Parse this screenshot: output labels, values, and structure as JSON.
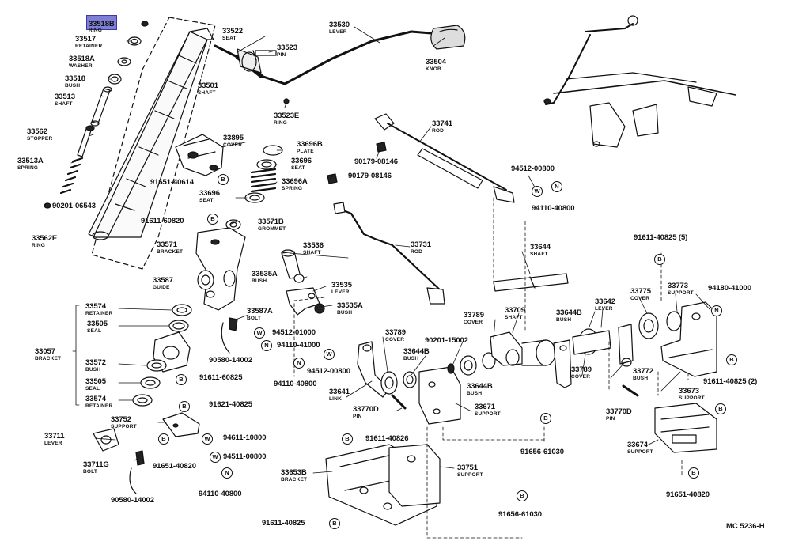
{
  "diagram_code": "MC 5236-H",
  "parts": [
    {
      "number": "33518B",
      "desc": "RING",
      "highlighted": true
    },
    {
      "number": "33517",
      "desc": "RETAINER"
    },
    {
      "number": "33518A",
      "desc": "WASHER"
    },
    {
      "number": "33518",
      "desc": "BUSH"
    },
    {
      "number": "33513",
      "desc": "SHAFT"
    },
    {
      "number": "33562",
      "desc": "STOPPER"
    },
    {
      "number": "33513A",
      "desc": "SPRING"
    },
    {
      "number": "90201-06543",
      "desc": ""
    },
    {
      "number": "33562E",
      "desc": "RING"
    },
    {
      "number": "33522",
      "desc": "SEAT"
    },
    {
      "number": "33523",
      "desc": "PIN"
    },
    {
      "number": "33530",
      "desc": "LEVER"
    },
    {
      "number": "33504",
      "desc": "KNOB"
    },
    {
      "number": "33501",
      "desc": "SHAFT"
    },
    {
      "number": "33523E",
      "desc": "RING"
    },
    {
      "number": "33895",
      "desc": "COVER"
    },
    {
      "number": "33696B",
      "desc": "PLATE"
    },
    {
      "number": "33696",
      "desc": "SEAT"
    },
    {
      "number": "33696A",
      "desc": "SPRING"
    },
    {
      "number": "91651-40614",
      "desc": ""
    },
    {
      "number": "33696",
      "desc": "SEAT"
    },
    {
      "number": "33741",
      "desc": "ROD"
    },
    {
      "number": "90179-08146",
      "desc": ""
    },
    {
      "number": "90179-08146",
      "desc": ""
    },
    {
      "number": "94512-00800",
      "desc": ""
    },
    {
      "number": "94110-40800",
      "desc": ""
    },
    {
      "number": "91611-60820",
      "desc": ""
    },
    {
      "number": "33571B",
      "desc": "GROMMET"
    },
    {
      "number": "33571",
      "desc": "BRACKET"
    },
    {
      "number": "33536",
      "desc": "SHAFT"
    },
    {
      "number": "33731",
      "desc": "ROD"
    },
    {
      "number": "33644",
      "desc": "SHAFT"
    },
    {
      "number": "91611-40825 (5)",
      "desc": ""
    },
    {
      "number": "33535A",
      "desc": "BUSH"
    },
    {
      "number": "33535",
      "desc": "LEVER"
    },
    {
      "number": "33587",
      "desc": "GUIDE"
    },
    {
      "number": "33535A",
      "desc": "BUSH"
    },
    {
      "number": "33587A",
      "desc": "BOLT"
    },
    {
      "number": "33574",
      "desc": "RETAINER"
    },
    {
      "number": "33505",
      "desc": "SEAL"
    },
    {
      "number": "33057",
      "desc": "BRACKET"
    },
    {
      "number": "33572",
      "desc": "BUSH"
    },
    {
      "number": "33505",
      "desc": "SEAL"
    },
    {
      "number": "33574",
      "desc": "RETAINER"
    },
    {
      "number": "94512-01000",
      "desc": ""
    },
    {
      "number": "94110-41000",
      "desc": ""
    },
    {
      "number": "90580-14002",
      "desc": ""
    },
    {
      "number": "91611-60825",
      "desc": ""
    },
    {
      "number": "33789",
      "desc": "COVER"
    },
    {
      "number": "33644B",
      "desc": "BUSH"
    },
    {
      "number": "90201-15002",
      "desc": ""
    },
    {
      "number": "33789",
      "desc": "COVER"
    },
    {
      "number": "33709",
      "desc": "SHAFT"
    },
    {
      "number": "33644B",
      "desc": "BUSH"
    },
    {
      "number": "33642",
      "desc": "LEVER"
    },
    {
      "number": "33775",
      "desc": "COVER"
    },
    {
      "number": "33773",
      "desc": "SUPPORT"
    },
    {
      "number": "94180-41000",
      "desc": ""
    },
    {
      "number": "94512-00800",
      "desc": ""
    },
    {
      "number": "94110-40800",
      "desc": ""
    },
    {
      "number": "33644B",
      "desc": "BUSH"
    },
    {
      "number": "33641",
      "desc": "LINK"
    },
    {
      "number": "33770D",
      "desc": "PIN"
    },
    {
      "number": "33671",
      "desc": "SUPPORT"
    },
    {
      "number": "33789",
      "desc": "COVER"
    },
    {
      "number": "33772",
      "desc": "BUSH"
    },
    {
      "number": "91611-40825 (2)",
      "desc": ""
    },
    {
      "number": "33673",
      "desc": "SUPPORT"
    },
    {
      "number": "33770D",
      "desc": "PIN"
    },
    {
      "number": "91621-40825",
      "desc": ""
    },
    {
      "number": "33752",
      "desc": "SUPPORT"
    },
    {
      "number": "33711",
      "desc": "LEVER"
    },
    {
      "number": "94611-10800",
      "desc": ""
    },
    {
      "number": "94511-00800",
      "desc": ""
    },
    {
      "number": "91651-40820",
      "desc": ""
    },
    {
      "number": "33711G",
      "desc": "BOLT"
    },
    {
      "number": "94110-40800",
      "desc": ""
    },
    {
      "number": "90580-14002",
      "desc": ""
    },
    {
      "number": "91611-40826",
      "desc": ""
    },
    {
      "number": "91656-61030",
      "desc": ""
    },
    {
      "number": "33674",
      "desc": "SUPPORT"
    },
    {
      "number": "33653B",
      "desc": "BRACKET"
    },
    {
      "number": "33751",
      "desc": "SUPPORT"
    },
    {
      "number": "91651-40820",
      "desc": ""
    },
    {
      "number": "91611-40825",
      "desc": ""
    },
    {
      "number": "91656-61030",
      "desc": ""
    }
  ],
  "markers": [
    {
      "letter": "B"
    },
    {
      "letter": "B"
    },
    {
      "letter": "W"
    },
    {
      "letter": "N"
    },
    {
      "letter": "B"
    },
    {
      "letter": "W"
    },
    {
      "letter": "N"
    },
    {
      "letter": "B"
    },
    {
      "letter": "W"
    },
    {
      "letter": "N"
    },
    {
      "letter": "N"
    },
    {
      "letter": "B"
    },
    {
      "letter": "B"
    },
    {
      "letter": "B"
    },
    {
      "letter": "B"
    },
    {
      "letter": "W"
    },
    {
      "letter": "W"
    },
    {
      "letter": "N"
    },
    {
      "letter": "B"
    },
    {
      "letter": "B"
    },
    {
      "letter": "B"
    },
    {
      "letter": "B"
    },
    {
      "letter": "B"
    }
  ]
}
